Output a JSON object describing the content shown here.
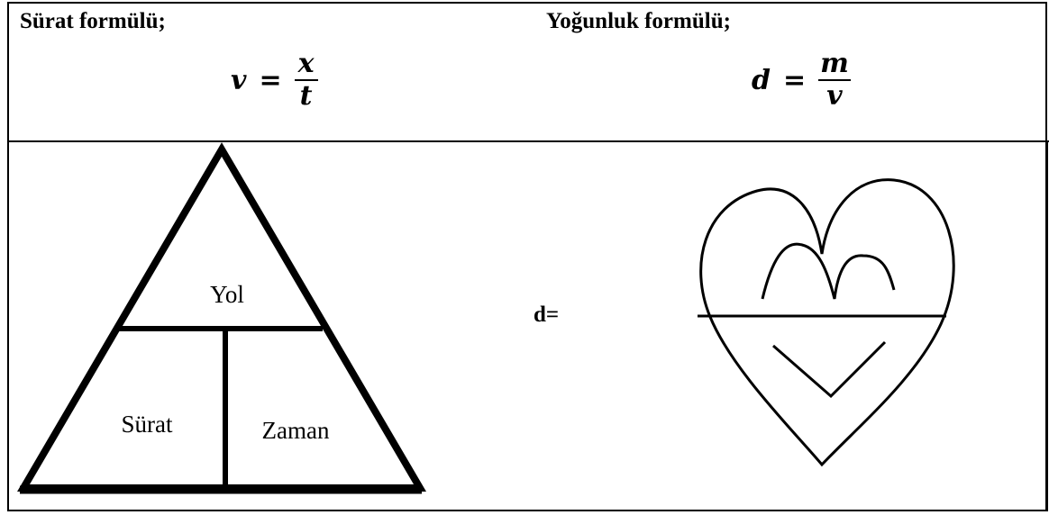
{
  "left": {
    "title": "Sürat formülü;",
    "formula": {
      "lhs": "v",
      "eq": "=",
      "numerator": "x",
      "denominator": "t"
    },
    "triangle": {
      "top_label": "Yol",
      "bottom_left_label": "Sürat",
      "bottom_right_label": "Zaman"
    }
  },
  "right": {
    "title": "Yoğunluk formülü;",
    "formula": {
      "lhs": "d",
      "eq": "=",
      "numerator": "m",
      "denominator": "v"
    },
    "heart_prefix": "d="
  }
}
